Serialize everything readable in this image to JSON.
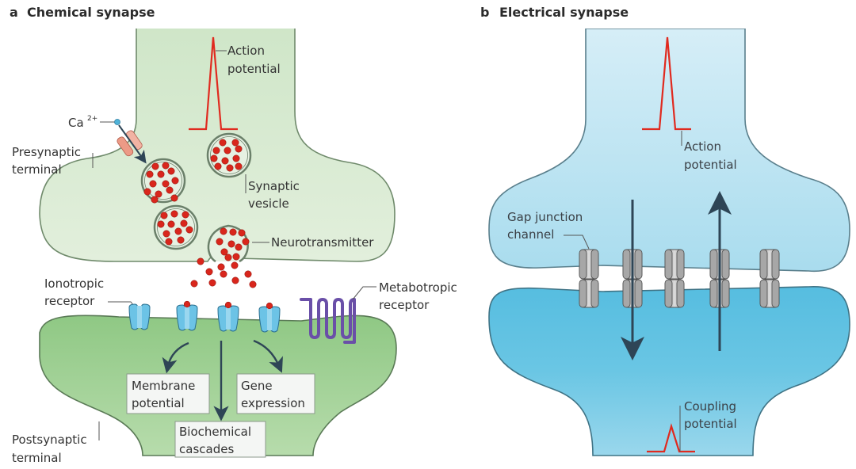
{
  "panels": {
    "a": {
      "letter": "a",
      "title": "Chemical synapse",
      "labels": {
        "action_potential": [
          "Action",
          "potential"
        ],
        "ca": "Ca",
        "ca_sup": "2+",
        "presynaptic": [
          "Presynaptic",
          "terminal"
        ],
        "synaptic_vesicle": [
          "Synaptic",
          "vesicle"
        ],
        "neurotransmitter": "Neurotransmitter",
        "ionotropic": [
          "Ionotropic",
          "receptor"
        ],
        "metabotropic": [
          "Metabotropic",
          "receptor"
        ],
        "postsynaptic": [
          "Postsynaptic",
          "terminal"
        ]
      },
      "boxes": {
        "membrane_potential": [
          "Membrane",
          "potential"
        ],
        "gene_expression": [
          "Gene",
          "expression"
        ],
        "biochemical_cascades": [
          "Biochemical",
          "cascades"
        ]
      }
    },
    "b": {
      "letter": "b",
      "title": "Electrical synapse",
      "labels": {
        "action_potential": [
          "Action",
          "potential"
        ],
        "gap_junction": [
          "Gap junction",
          "channel"
        ],
        "coupling_potential": [
          "Coupling",
          "potential"
        ]
      }
    }
  },
  "colors": {
    "presynaptic_fill": "#d5e9cf",
    "postsynaptic_fill": "#9fcf93",
    "electrical_top_fill": "#c6e8f3",
    "electrical_bottom_fill": "#6ac5e3",
    "spike": "#e02a1f",
    "neurotransmitter_dot": "#d9261c",
    "ionotropic_receptor": "#6cc3e6",
    "metabotropic_receptor": "#6a4fa8",
    "calcium_channel": "#ec9a86",
    "gap_junction": "#a9a9a9",
    "arrow": "#2e4556"
  }
}
